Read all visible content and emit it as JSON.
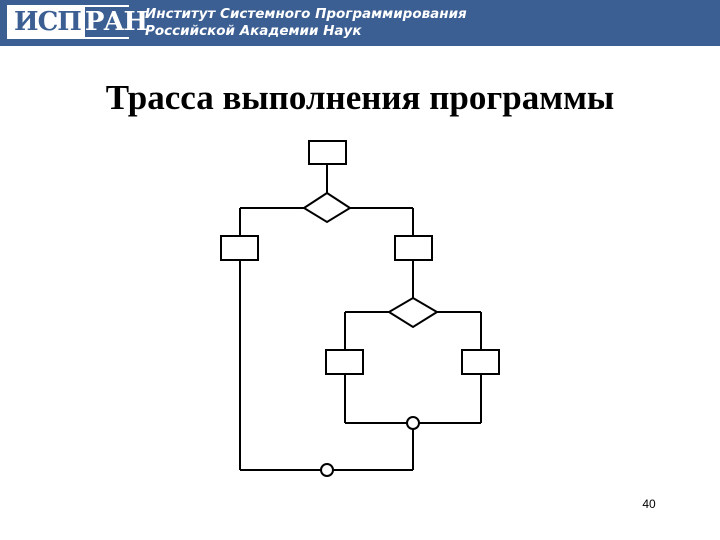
{
  "header": {
    "logo_left": "ИСП",
    "logo_right": "РАН",
    "org_line1": "Институт Системного Программирования",
    "org_line2": "Российской Академии Наук",
    "colors": {
      "band": "#3c5f93",
      "text": "#ffffff"
    }
  },
  "slide": {
    "title": "Трасса выполнения программы",
    "page_number": "40"
  },
  "diagram": {
    "kind": "flowchart",
    "nodes": [
      "process-top",
      "decision-1",
      "process-left",
      "process-right",
      "decision-2",
      "process-inner-left",
      "process-inner-right",
      "merge-inner",
      "merge-outer"
    ],
    "stroke_color": "#000000"
  }
}
